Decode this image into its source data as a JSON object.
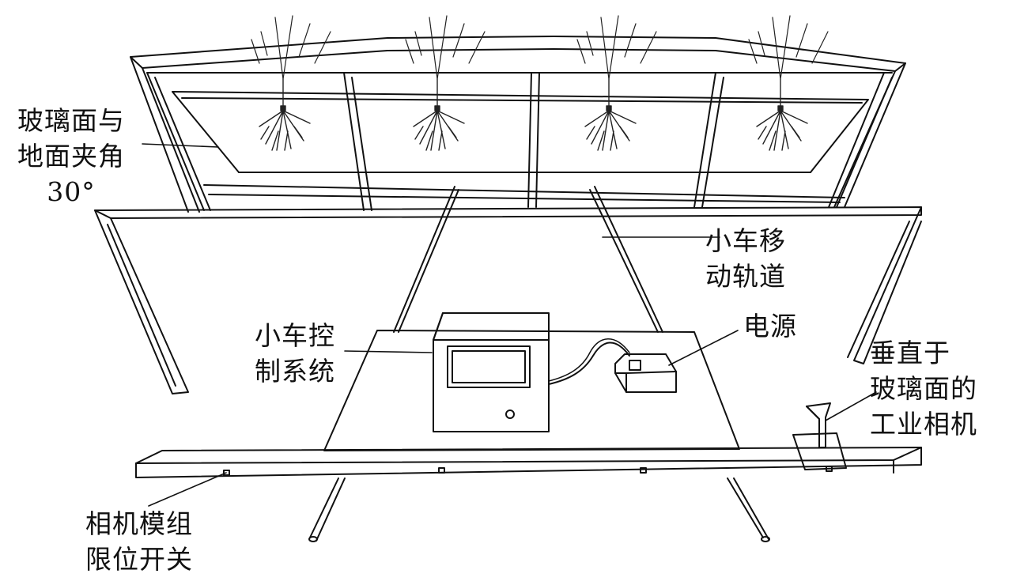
{
  "labels": {
    "glass_angle": [
      "玻璃面与",
      "地面夹角",
      "30°"
    ],
    "rail": [
      "小车移",
      "动轨道"
    ],
    "controller": [
      "小车控",
      "制系统"
    ],
    "power": "电源",
    "camera": [
      "垂直于",
      "玻璃面的",
      "工业相机"
    ],
    "limit_switch": [
      "相机模组",
      "限位开关"
    ]
  },
  "colors": {
    "line": "#111111",
    "background": "#ffffff",
    "root": "#222222"
  }
}
